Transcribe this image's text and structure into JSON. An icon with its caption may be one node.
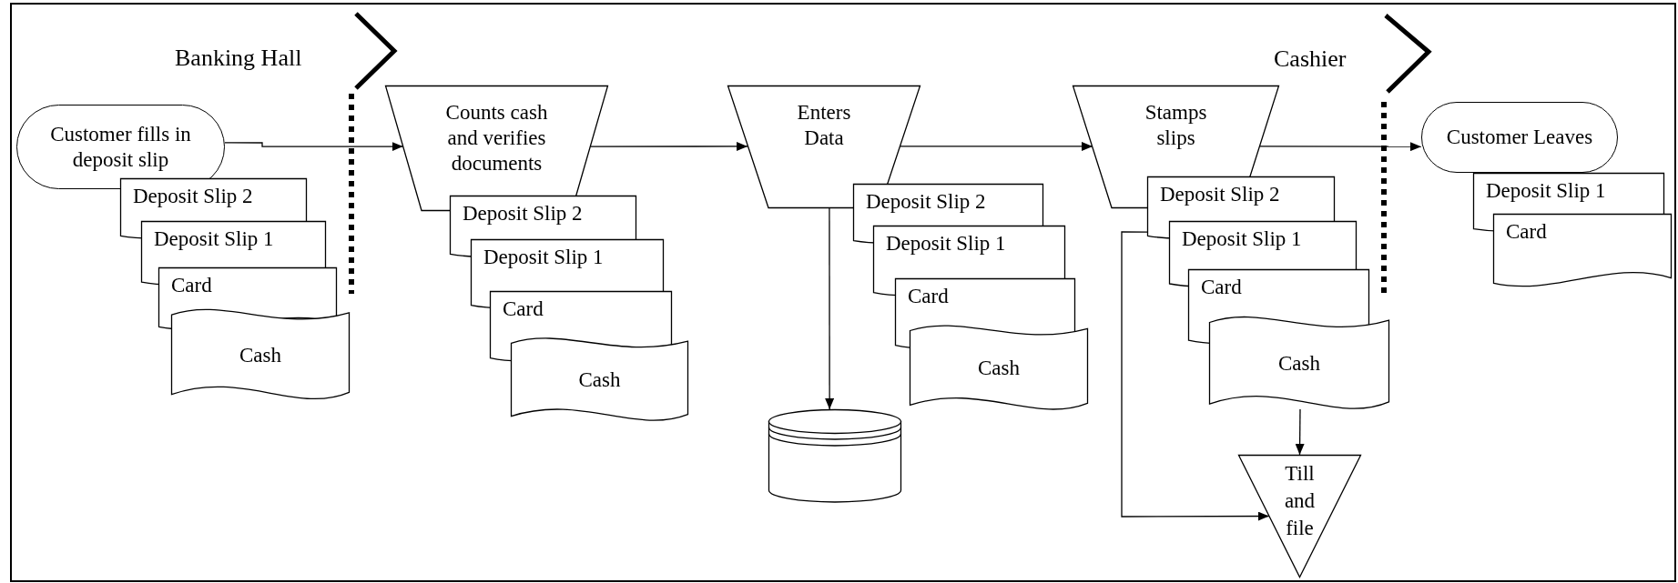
{
  "diagram": {
    "nodes": [
      {
        "text": [
          "Customer fills in deposit slip"
        ]
      },
      {
        "text": [
          "Deposit Slip 2"
        ]
      },
      {
        "text": [
          "Deposit Slip 1"
        ]
      },
      {
        "text": [
          "Card"
        ]
      },
      {
        "text": [
          "Cash"
        ]
      },
      {
        "text": [
          "Counts cash and verifies documents"
        ]
      },
      {
        "text": [
          "Deposit Slip 2"
        ]
      },
      {
        "text": [
          "Deposit Slip 1"
        ]
      },
      {
        "text": [
          "Card"
        ]
      },
      {
        "text": [
          "Cash"
        ]
      },
      {
        "text": [
          "Enters Data"
        ]
      },
      {
        "text": [
          "Deposit Slip 2"
        ]
      },
      {
        "text": [
          "Deposit Slip 1"
        ]
      },
      {
        "text": [
          "Card"
        ]
      },
      {
        "text": [
          "Cash"
        ]
      },
      {
        "text": [],
        "shape": "cylinder"
      },
      {
        "text": [
          "Stamps slips"
        ]
      },
      {
        "text": [
          "Deposit Slip 2"
        ]
      },
      {
        "text": [
          "Deposit Slip 1"
        ]
      },
      {
        "text": [
          "Card"
        ]
      },
      {
        "text": [
          "Cash"
        ]
      },
      {
        "text": [
          "Till and file"
        ]
      },
      {
        "text": [
          "Customer Leaves"
        ]
      },
      {
        "text": [
          "Deposit Slip 1"
        ]
      },
      {
        "text": [
          "Card"
        ]
      }
    ],
    "edges": [
      {
        "from": 0,
        "to": 5,
        "arrow": "to"
      },
      {
        "from": 5,
        "to": 10,
        "arrow": "to"
      },
      {
        "from": 10,
        "to": 16,
        "arrow": "to"
      },
      {
        "from": 16,
        "to": 22,
        "arrow": "to"
      },
      {
        "from": 10,
        "to": 15,
        "arrow": "to"
      },
      {
        "from": 20,
        "to": 21,
        "arrow": "to"
      },
      {
        "from": 17,
        "to": 21,
        "arrow": "to"
      }
    ],
    "labels": [
      "Banking Hall",
      "Cashier"
    ]
  }
}
